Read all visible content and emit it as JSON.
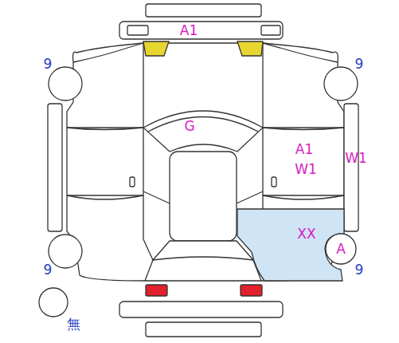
{
  "diagram": {
    "nodes": [
      {
        "text": [
          "XX"
        ]
      },
      {
        "text": [
          "A"
        ]
      },
      {
        "text": [
          "無"
        ]
      }
    ],
    "labels": [
      "A1",
      "9",
      "9",
      "G",
      "A1",
      "W1",
      "W1",
      "9",
      "9"
    ]
  }
}
